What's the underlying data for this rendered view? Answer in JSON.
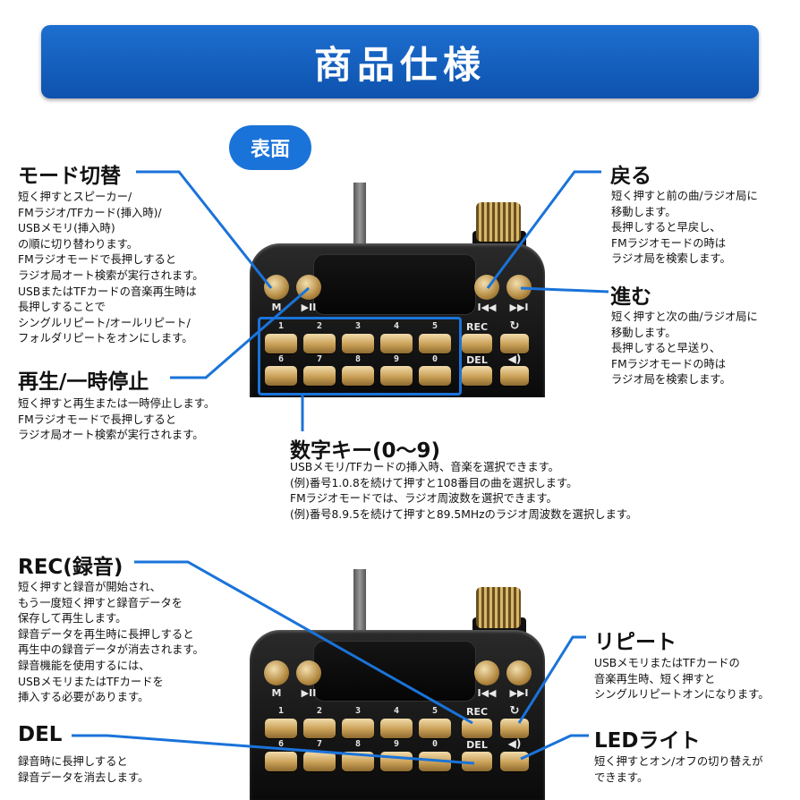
{
  "banner": {
    "title": "商品仕様"
  },
  "face_label": "表面",
  "device": {
    "left_button_labels": [
      "M",
      "▶II"
    ],
    "right_button_labels": [
      "I◀◀",
      "▶▶I"
    ],
    "keys_row1": [
      "1",
      "2",
      "3",
      "4",
      "5"
    ],
    "keys_row2": [
      "6",
      "7",
      "8",
      "9",
      "0"
    ],
    "side_labels": [
      "REC",
      "DEL"
    ],
    "side_icons": [
      "repeat-icon",
      "speaker-icon"
    ]
  },
  "callouts": {
    "mode": {
      "title": "モード切替",
      "text": "短く押すとスピーカー/\nFMラジオ/TFカード(挿入時)/\nUSBメモリ(挿入時)\nの順に切り替わります。\nFMラジオモードで長押しすると\nラジオ局オート検索が実行されます。\nUSBまたはTFカードの音楽再生時は\n長押しすることで\nシングルリピート/オールリピート/\nフォルダリピートをオンにします。"
    },
    "play": {
      "title": "再生/一時停止",
      "text": "短く押すと再生または一時停止します。\nFMラジオモードで長押しすると\nラジオ局オート検索が実行されます。"
    },
    "back": {
      "title": "戻る",
      "text": "短く押すと前の曲/ラジオ局に\n移動します。\n長押しすると早戻し、\nFMラジオモードの時は\nラジオ局を検索します。"
    },
    "next": {
      "title": "進む",
      "text": "短く押すと次の曲/ラジオ局に\n移動します。\n長押しすると早送り、\nFMラジオモードの時は\nラジオ局を検索します。"
    },
    "digits": {
      "title": "数字キー(0～9)",
      "text": "USBメモリ/TFカードの挿入時、音楽を選択できます。\n(例)番号1.0.8を続けて押すと108番目の曲を選択します。\nFMラジオモードでは、ラジオ周波数を選択できます。\n(例)番号8.9.5を続けて押すと89.5MHzのラジオ周波数を選択します。"
    },
    "rec": {
      "title": "REC(録音)",
      "text": "短く押すと録音が開始され、\nもう一度短く押すと録音データを\n保存して再生します。\n録音データを再生時に長押しすると\n再生中の録音データが消去されます。\n録音機能を使用するには、\nUSBメモリまたはTFカードを\n挿入する必要があります。"
    },
    "del": {
      "title": "DEL",
      "text": "録音時に長押しすると\n録音データを消去します。"
    },
    "repeat": {
      "title": "リピート",
      "text": "USBメモリまたはTFカードの\n音楽再生時、短く押すと\nシングルリピートオンになります。"
    },
    "led": {
      "title": "LEDライト",
      "text": "短く押すとオン/オフの切り替えが\nできます。"
    }
  },
  "colors": {
    "accent": "#1a73d9",
    "gold": "#c99f56",
    "device": "#111111"
  }
}
